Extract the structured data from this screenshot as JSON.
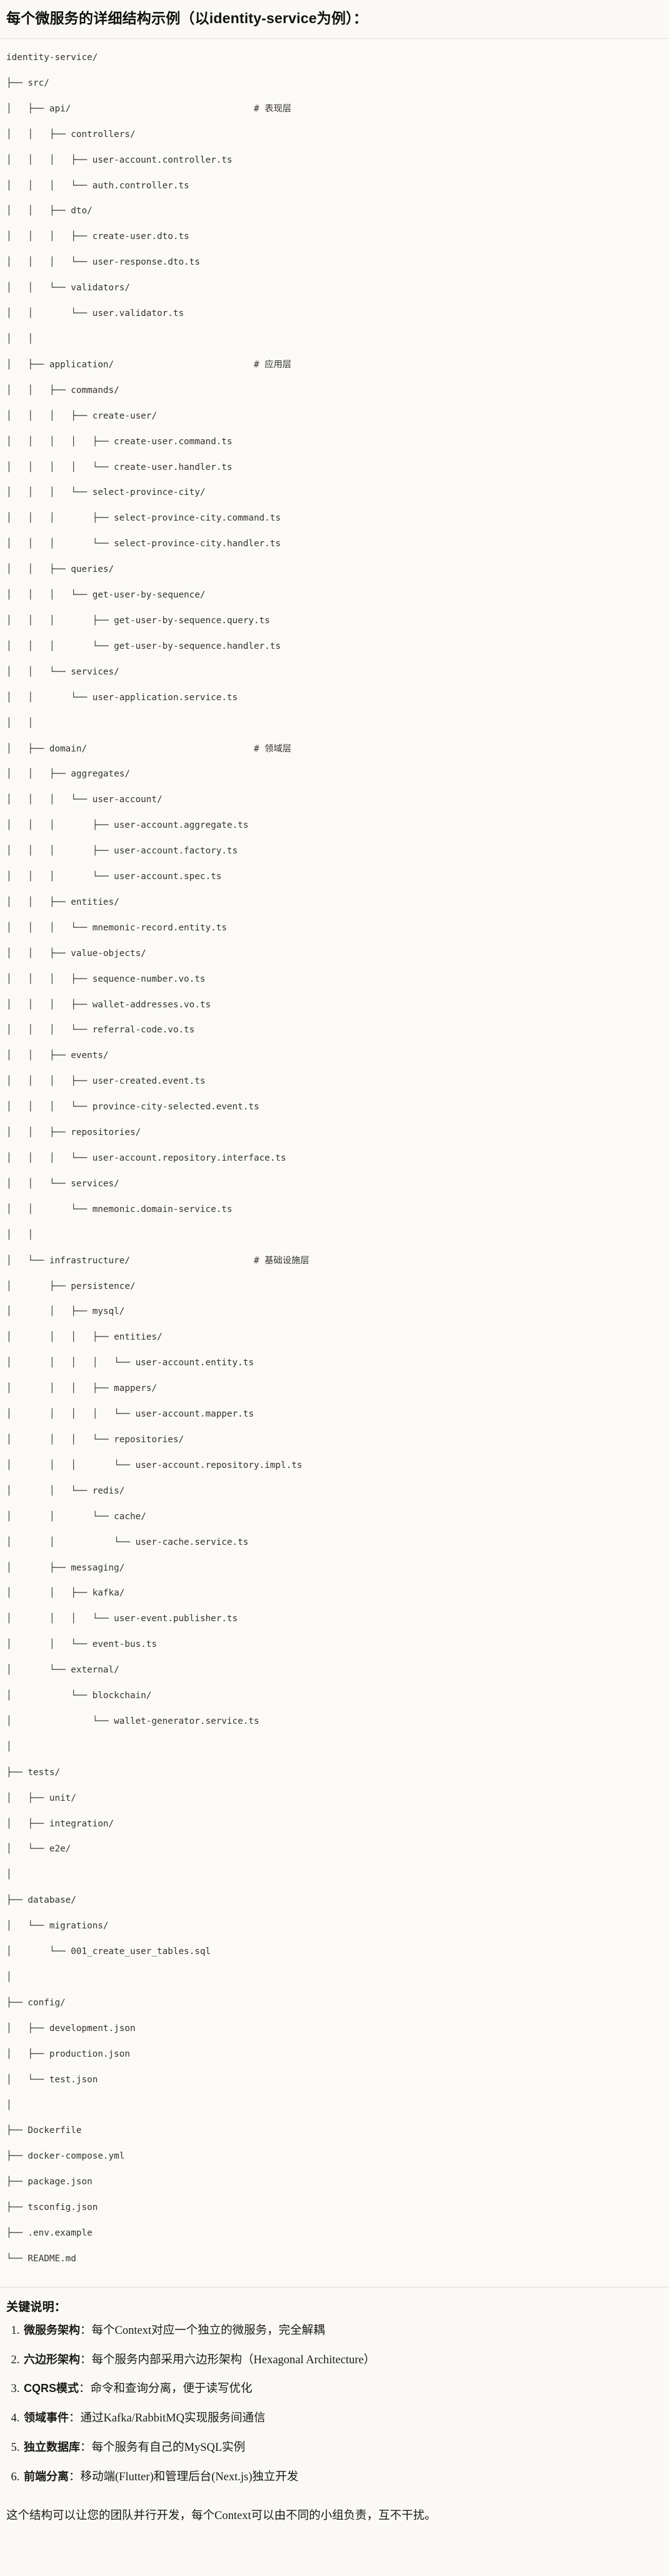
{
  "heading": "每个微服务的详细结构示例（以identity-service为例）：",
  "code_block": {
    "language": "text",
    "comment_column": 46,
    "lines": [
      {
        "text": "identity-service/",
        "comment": ""
      },
      {
        "text": "├── src/",
        "comment": ""
      },
      {
        "text": "│   ├── api/",
        "comment": "# 表现层"
      },
      {
        "text": "│   │   ├── controllers/",
        "comment": ""
      },
      {
        "text": "│   │   │   ├── user-account.controller.ts",
        "comment": ""
      },
      {
        "text": "│   │   │   └── auth.controller.ts",
        "comment": ""
      },
      {
        "text": "│   │   ├── dto/",
        "comment": ""
      },
      {
        "text": "│   │   │   ├── create-user.dto.ts",
        "comment": ""
      },
      {
        "text": "│   │   │   └── user-response.dto.ts",
        "comment": ""
      },
      {
        "text": "│   │   └── validators/",
        "comment": ""
      },
      {
        "text": "│   │       └── user.validator.ts",
        "comment": ""
      },
      {
        "text": "│   │",
        "comment": ""
      },
      {
        "text": "│   ├── application/",
        "comment": "# 应用层"
      },
      {
        "text": "│   │   ├── commands/",
        "comment": ""
      },
      {
        "text": "│   │   │   ├── create-user/",
        "comment": ""
      },
      {
        "text": "│   │   │   │   ├── create-user.command.ts",
        "comment": ""
      },
      {
        "text": "│   │   │   │   └── create-user.handler.ts",
        "comment": ""
      },
      {
        "text": "│   │   │   └── select-province-city/",
        "comment": ""
      },
      {
        "text": "│   │   │       ├── select-province-city.command.ts",
        "comment": ""
      },
      {
        "text": "│   │   │       └── select-province-city.handler.ts",
        "comment": ""
      },
      {
        "text": "│   │   ├── queries/",
        "comment": ""
      },
      {
        "text": "│   │   │   └── get-user-by-sequence/",
        "comment": ""
      },
      {
        "text": "│   │   │       ├── get-user-by-sequence.query.ts",
        "comment": ""
      },
      {
        "text": "│   │   │       └── get-user-by-sequence.handler.ts",
        "comment": ""
      },
      {
        "text": "│   │   └── services/",
        "comment": ""
      },
      {
        "text": "│   │       └── user-application.service.ts",
        "comment": ""
      },
      {
        "text": "│   │",
        "comment": ""
      },
      {
        "text": "│   ├── domain/",
        "comment": "# 领域层"
      },
      {
        "text": "│   │   ├── aggregates/",
        "comment": ""
      },
      {
        "text": "│   │   │   └── user-account/",
        "comment": ""
      },
      {
        "text": "│   │   │       ├── user-account.aggregate.ts",
        "comment": ""
      },
      {
        "text": "│   │   │       ├── user-account.factory.ts",
        "comment": ""
      },
      {
        "text": "│   │   │       └── user-account.spec.ts",
        "comment": ""
      },
      {
        "text": "│   │   ├── entities/",
        "comment": ""
      },
      {
        "text": "│   │   │   └── mnemonic-record.entity.ts",
        "comment": ""
      },
      {
        "text": "│   │   ├── value-objects/",
        "comment": ""
      },
      {
        "text": "│   │   │   ├── sequence-number.vo.ts",
        "comment": ""
      },
      {
        "text": "│   │   │   ├── wallet-addresses.vo.ts",
        "comment": ""
      },
      {
        "text": "│   │   │   └── referral-code.vo.ts",
        "comment": ""
      },
      {
        "text": "│   │   ├── events/",
        "comment": ""
      },
      {
        "text": "│   │   │   ├── user-created.event.ts",
        "comment": ""
      },
      {
        "text": "│   │   │   └── province-city-selected.event.ts",
        "comment": ""
      },
      {
        "text": "│   │   ├── repositories/",
        "comment": ""
      },
      {
        "text": "│   │   │   └── user-account.repository.interface.ts",
        "comment": ""
      },
      {
        "text": "│   │   └── services/",
        "comment": ""
      },
      {
        "text": "│   │       └── mnemonic.domain-service.ts",
        "comment": ""
      },
      {
        "text": "│   │",
        "comment": ""
      },
      {
        "text": "│   └── infrastructure/",
        "comment": "# 基础设施层"
      },
      {
        "text": "│       ├── persistence/",
        "comment": ""
      },
      {
        "text": "│       │   ├── mysql/",
        "comment": ""
      },
      {
        "text": "│       │   │   ├── entities/",
        "comment": ""
      },
      {
        "text": "│       │   │   │   └── user-account.entity.ts",
        "comment": ""
      },
      {
        "text": "│       │   │   ├── mappers/",
        "comment": ""
      },
      {
        "text": "│       │   │   │   └── user-account.mapper.ts",
        "comment": ""
      },
      {
        "text": "│       │   │   └── repositories/",
        "comment": ""
      },
      {
        "text": "│       │   │       └── user-account.repository.impl.ts",
        "comment": ""
      },
      {
        "text": "│       │   └── redis/",
        "comment": ""
      },
      {
        "text": "│       │       └── cache/",
        "comment": ""
      },
      {
        "text": "│       │           └── user-cache.service.ts",
        "comment": ""
      },
      {
        "text": "│       ├── messaging/",
        "comment": ""
      },
      {
        "text": "│       │   ├── kafka/",
        "comment": ""
      },
      {
        "text": "│       │   │   └── user-event.publisher.ts",
        "comment": ""
      },
      {
        "text": "│       │   └── event-bus.ts",
        "comment": ""
      },
      {
        "text": "│       └── external/",
        "comment": ""
      },
      {
        "text": "│           └── blockchain/",
        "comment": ""
      },
      {
        "text": "│               └── wallet-generator.service.ts",
        "comment": ""
      },
      {
        "text": "│",
        "comment": ""
      },
      {
        "text": "├── tests/",
        "comment": ""
      },
      {
        "text": "│   ├── unit/",
        "comment": ""
      },
      {
        "text": "│   ├── integration/",
        "comment": ""
      },
      {
        "text": "│   └── e2e/",
        "comment": ""
      },
      {
        "text": "│",
        "comment": ""
      },
      {
        "text": "├── database/",
        "comment": ""
      },
      {
        "text": "│   └── migrations/",
        "comment": ""
      },
      {
        "text": "│       └── 001_create_user_tables.sql",
        "comment": ""
      },
      {
        "text": "│",
        "comment": ""
      },
      {
        "text": "├── config/",
        "comment": ""
      },
      {
        "text": "│   ├── development.json",
        "comment": ""
      },
      {
        "text": "│   ├── production.json",
        "comment": ""
      },
      {
        "text": "│   └── test.json",
        "comment": ""
      },
      {
        "text": "│",
        "comment": ""
      },
      {
        "text": "├── Dockerfile",
        "comment": ""
      },
      {
        "text": "├── docker-compose.yml",
        "comment": ""
      },
      {
        "text": "├── package.json",
        "comment": ""
      },
      {
        "text": "├── tsconfig.json",
        "comment": ""
      },
      {
        "text": "├── .env.example",
        "comment": ""
      },
      {
        "text": "└── README.md",
        "comment": ""
      }
    ]
  },
  "notes": {
    "title": "关键说明：",
    "items": [
      {
        "term": "微服务架构",
        "desc": "：每个Context对应一个独立的微服务，完全解耦"
      },
      {
        "term": "六边形架构",
        "desc": "：每个服务内部采用六边形架构（Hexagonal Architecture）"
      },
      {
        "term": "CQRS模式",
        "desc": "：命令和查询分离，便于读写优化"
      },
      {
        "term": "领域事件",
        "desc": "：通过Kafka/RabbitMQ实现服务间通信"
      },
      {
        "term": "独立数据库",
        "desc": "：每个服务有自己的MySQL实例"
      },
      {
        "term": "前端分离",
        "desc": "：移动端(Flutter)和管理后台(Next.js)独立开发"
      }
    ],
    "closing": "这个结构可以让您的团队并行开发，每个Context可以由不同的小组负责，互不干扰。"
  },
  "colors": {
    "page_background": "#faf9f5",
    "code_background": "#fbfaf7",
    "text": "#1a1915",
    "code_text": "#34322d",
    "rule": "#e3e0d8"
  }
}
